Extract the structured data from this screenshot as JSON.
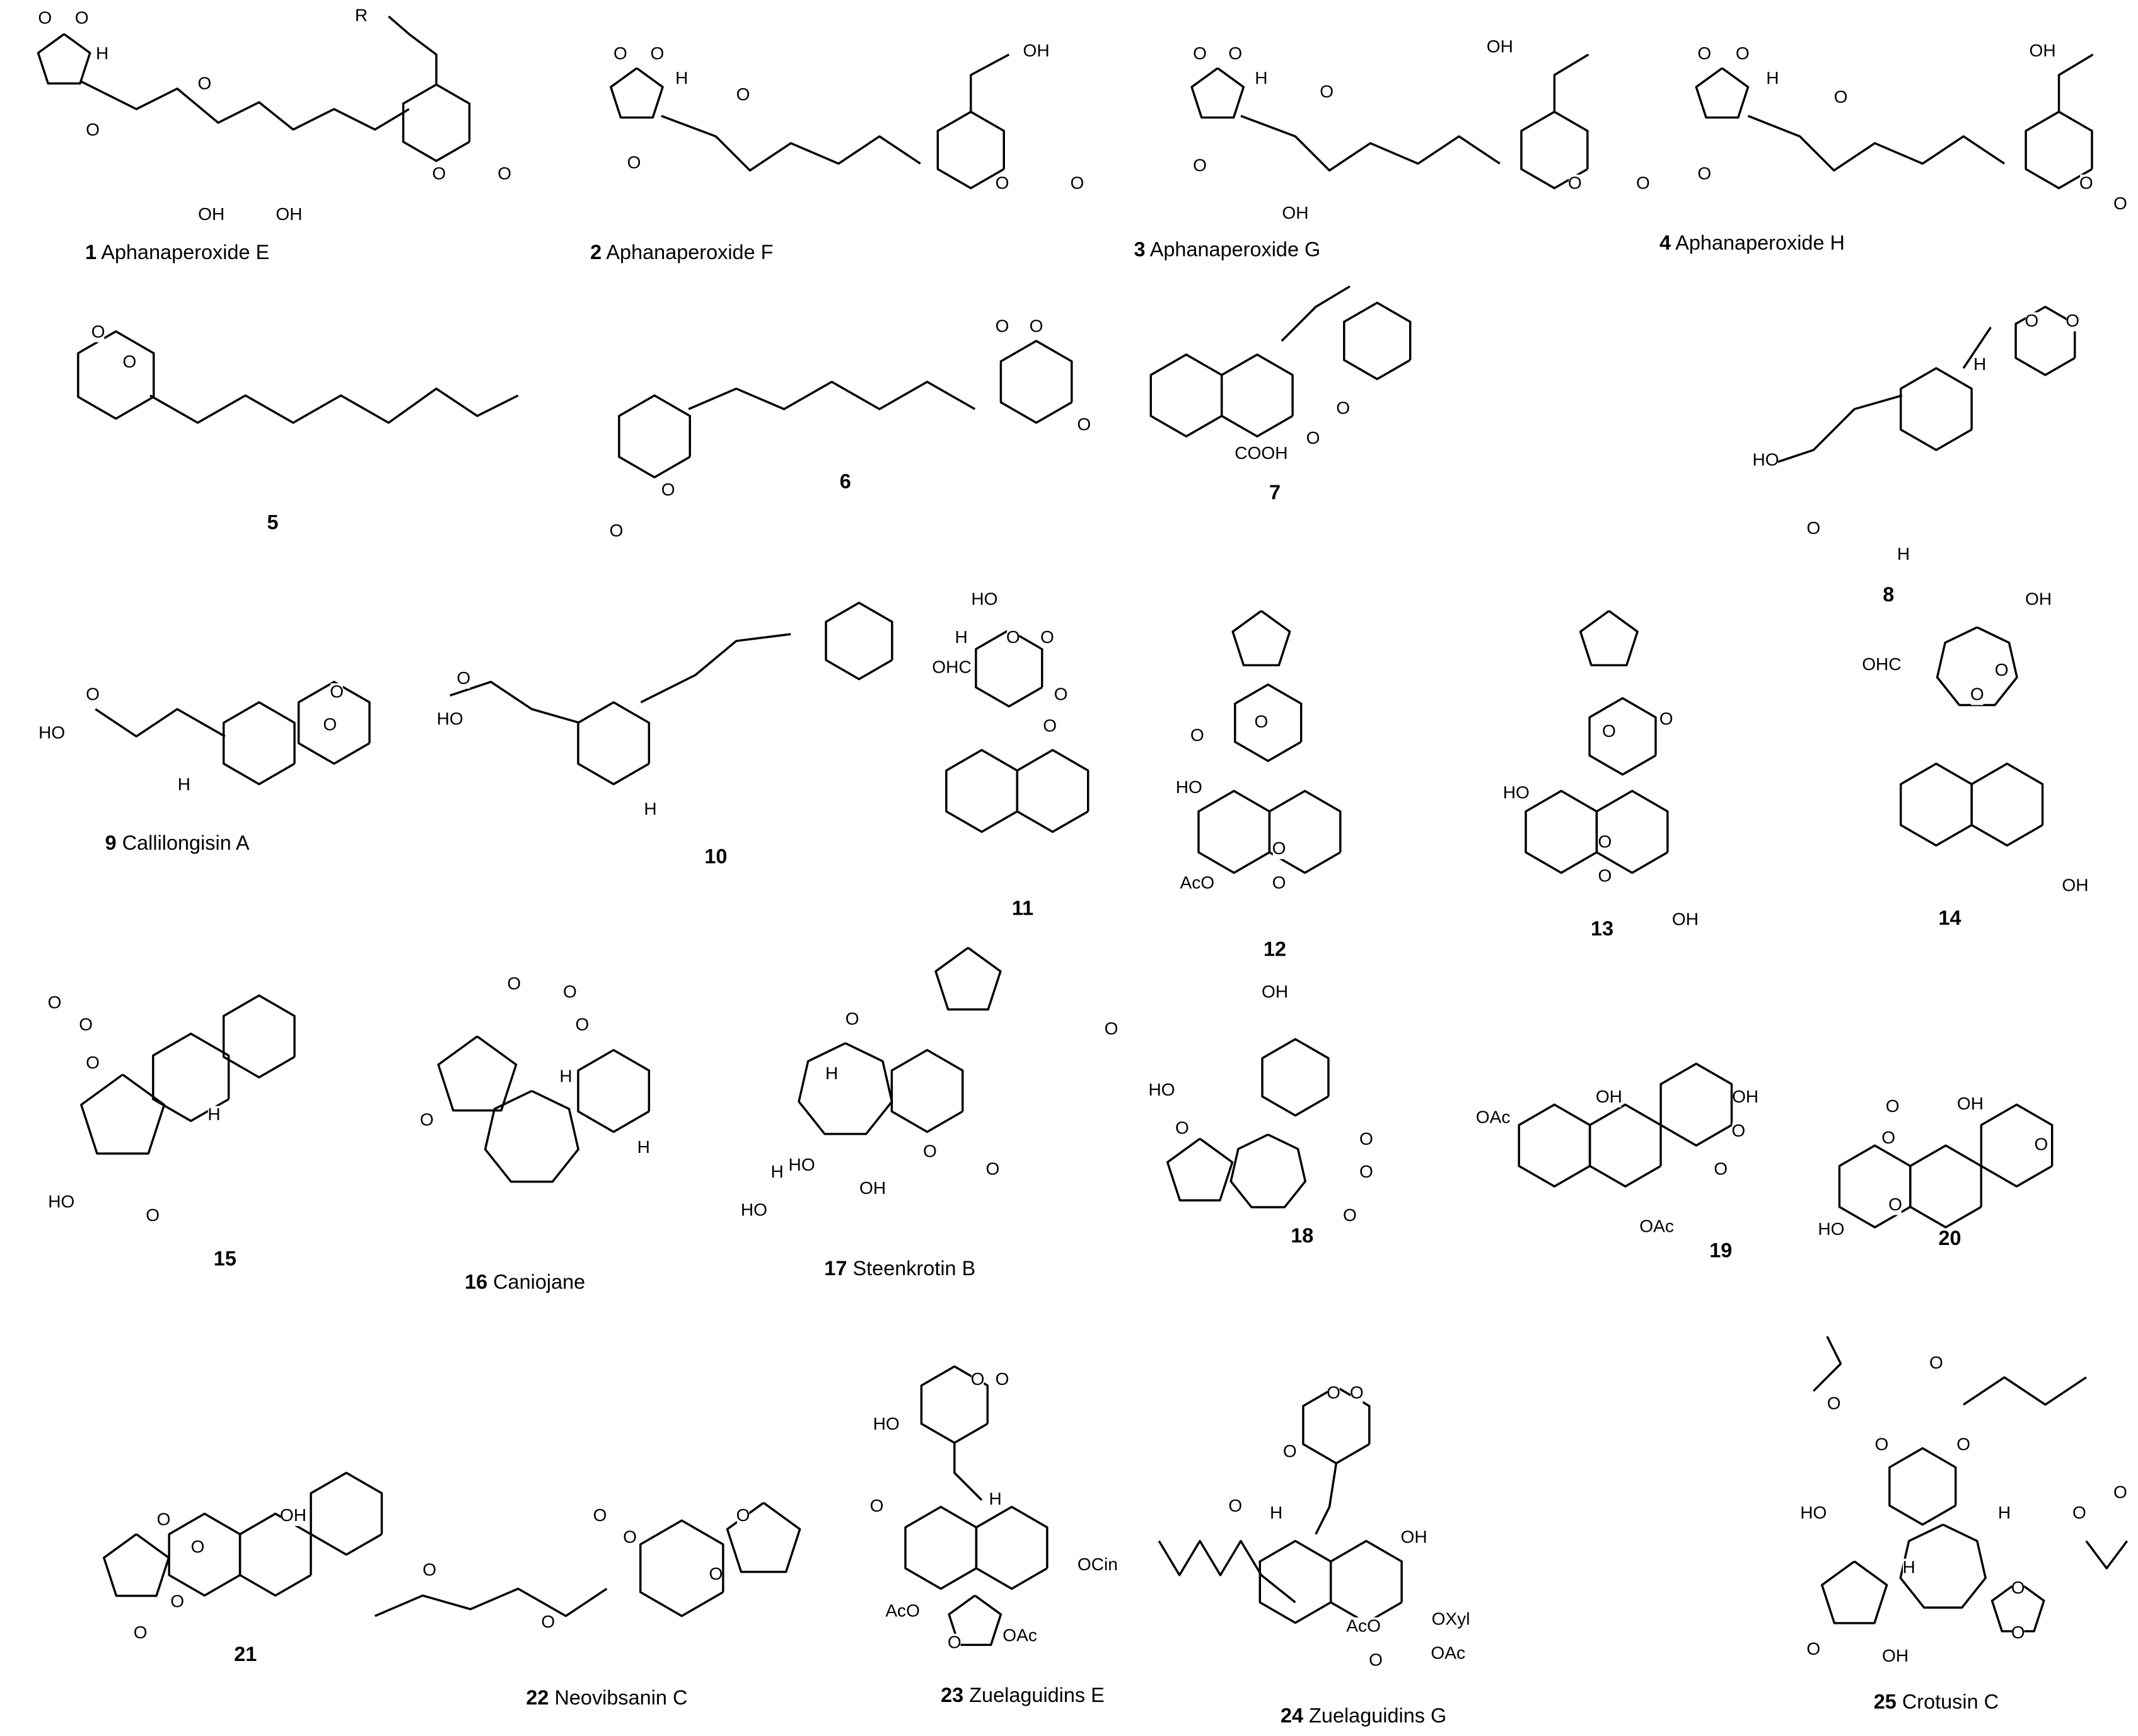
{
  "compounds": [
    {
      "number": "1",
      "name": "Aphanaperoxide E",
      "atoms": [
        "O",
        "O",
        "H",
        "O",
        "O",
        "R",
        "OH",
        "OH",
        "O",
        "O"
      ]
    },
    {
      "number": "2",
      "name": "Aphanaperoxide F",
      "atoms": [
        "O",
        "O",
        "H",
        "O",
        "O",
        "OH",
        "O",
        "O"
      ]
    },
    {
      "number": "3",
      "name": "Aphanaperoxide G",
      "atoms": [
        "O",
        "O",
        "H",
        "O",
        "O",
        "OH",
        "OH",
        "O",
        "O"
      ]
    },
    {
      "number": "4",
      "name": "Aphanaperoxide H",
      "atoms": [
        "O",
        "O",
        "H",
        "O",
        "O",
        "OH",
        "O",
        "O"
      ]
    },
    {
      "number": "5",
      "name": "",
      "atoms": [
        "O",
        "O"
      ]
    },
    {
      "number": "6",
      "name": "",
      "atoms": [
        "O",
        "O",
        "O",
        "O",
        "O"
      ]
    },
    {
      "number": "7",
      "name": "",
      "atoms": [
        "O",
        "O",
        "COOH"
      ]
    },
    {
      "number": "8",
      "name": "",
      "atoms": [
        "O",
        "O",
        "H",
        "HO",
        "O",
        "H"
      ]
    },
    {
      "number": "9",
      "name": "Callilongisin A",
      "atoms": [
        "O",
        "O",
        "HO",
        "O",
        "H"
      ]
    },
    {
      "number": "10",
      "name": "",
      "atoms": [
        "H",
        "O",
        "O",
        "O",
        "HO",
        "H"
      ]
    },
    {
      "number": "11",
      "name": "",
      "atoms": [
        "HO",
        "OHC",
        "O",
        "O"
      ]
    },
    {
      "number": "12",
      "name": "",
      "atoms": [
        "O",
        "O",
        "O",
        "O",
        "HO",
        "AcO",
        "OH"
      ]
    },
    {
      "number": "13",
      "name": "",
      "atoms": [
        "O",
        "O",
        "O",
        "O",
        "HO",
        "OH"
      ]
    },
    {
      "number": "14",
      "name": "",
      "atoms": [
        "OH",
        "OHC",
        "O",
        "O",
        "OH"
      ]
    },
    {
      "number": "15",
      "name": "",
      "atoms": [
        "O",
        "O",
        "O",
        "H",
        "HO",
        "O"
      ]
    },
    {
      "number": "16",
      "name": "Caniojane",
      "atoms": [
        "O",
        "O",
        "O",
        "H",
        "O",
        "H"
      ]
    },
    {
      "number": "17",
      "name": "Steenkrotin B",
      "atoms": [
        "O",
        "O",
        "H",
        "H",
        "HO",
        "HO",
        "OH",
        "O",
        "O"
      ]
    },
    {
      "number": "18",
      "name": "",
      "atoms": [
        "HO",
        "O",
        "O",
        "O",
        "O"
      ]
    },
    {
      "number": "19",
      "name": "",
      "atoms": [
        "OH",
        "OAc",
        "OH",
        "O",
        "O",
        "OAc"
      ]
    },
    {
      "number": "20",
      "name": "",
      "atoms": [
        "OH",
        "O",
        "O",
        "O",
        "O",
        "HO"
      ]
    },
    {
      "number": "21",
      "name": "",
      "atoms": [
        "OH",
        "O",
        "O",
        "O",
        "O",
        "O"
      ]
    },
    {
      "number": "22",
      "name": "Neovibsanin C",
      "atoms": [
        "O",
        "O",
        "O",
        "O",
        "O",
        "O"
      ]
    },
    {
      "number": "23",
      "name": "Zuelaguidins E",
      "atoms": [
        "O",
        "O",
        "H",
        "HO",
        "OCin",
        "AcO",
        "O",
        "OAc"
      ]
    },
    {
      "number": "24",
      "name": "Zuelaguidins G",
      "atoms": [
        "O",
        "O",
        "O",
        "O",
        "H",
        "OH",
        "OXyl",
        "AcO",
        "O",
        "OAc"
      ]
    },
    {
      "number": "25",
      "name": "Crotusin C",
      "atoms": [
        "O",
        "O",
        "O",
        "O",
        "HO",
        "H",
        "H",
        "O",
        "O",
        "O",
        "O",
        "OH",
        "O"
      ]
    }
  ]
}
